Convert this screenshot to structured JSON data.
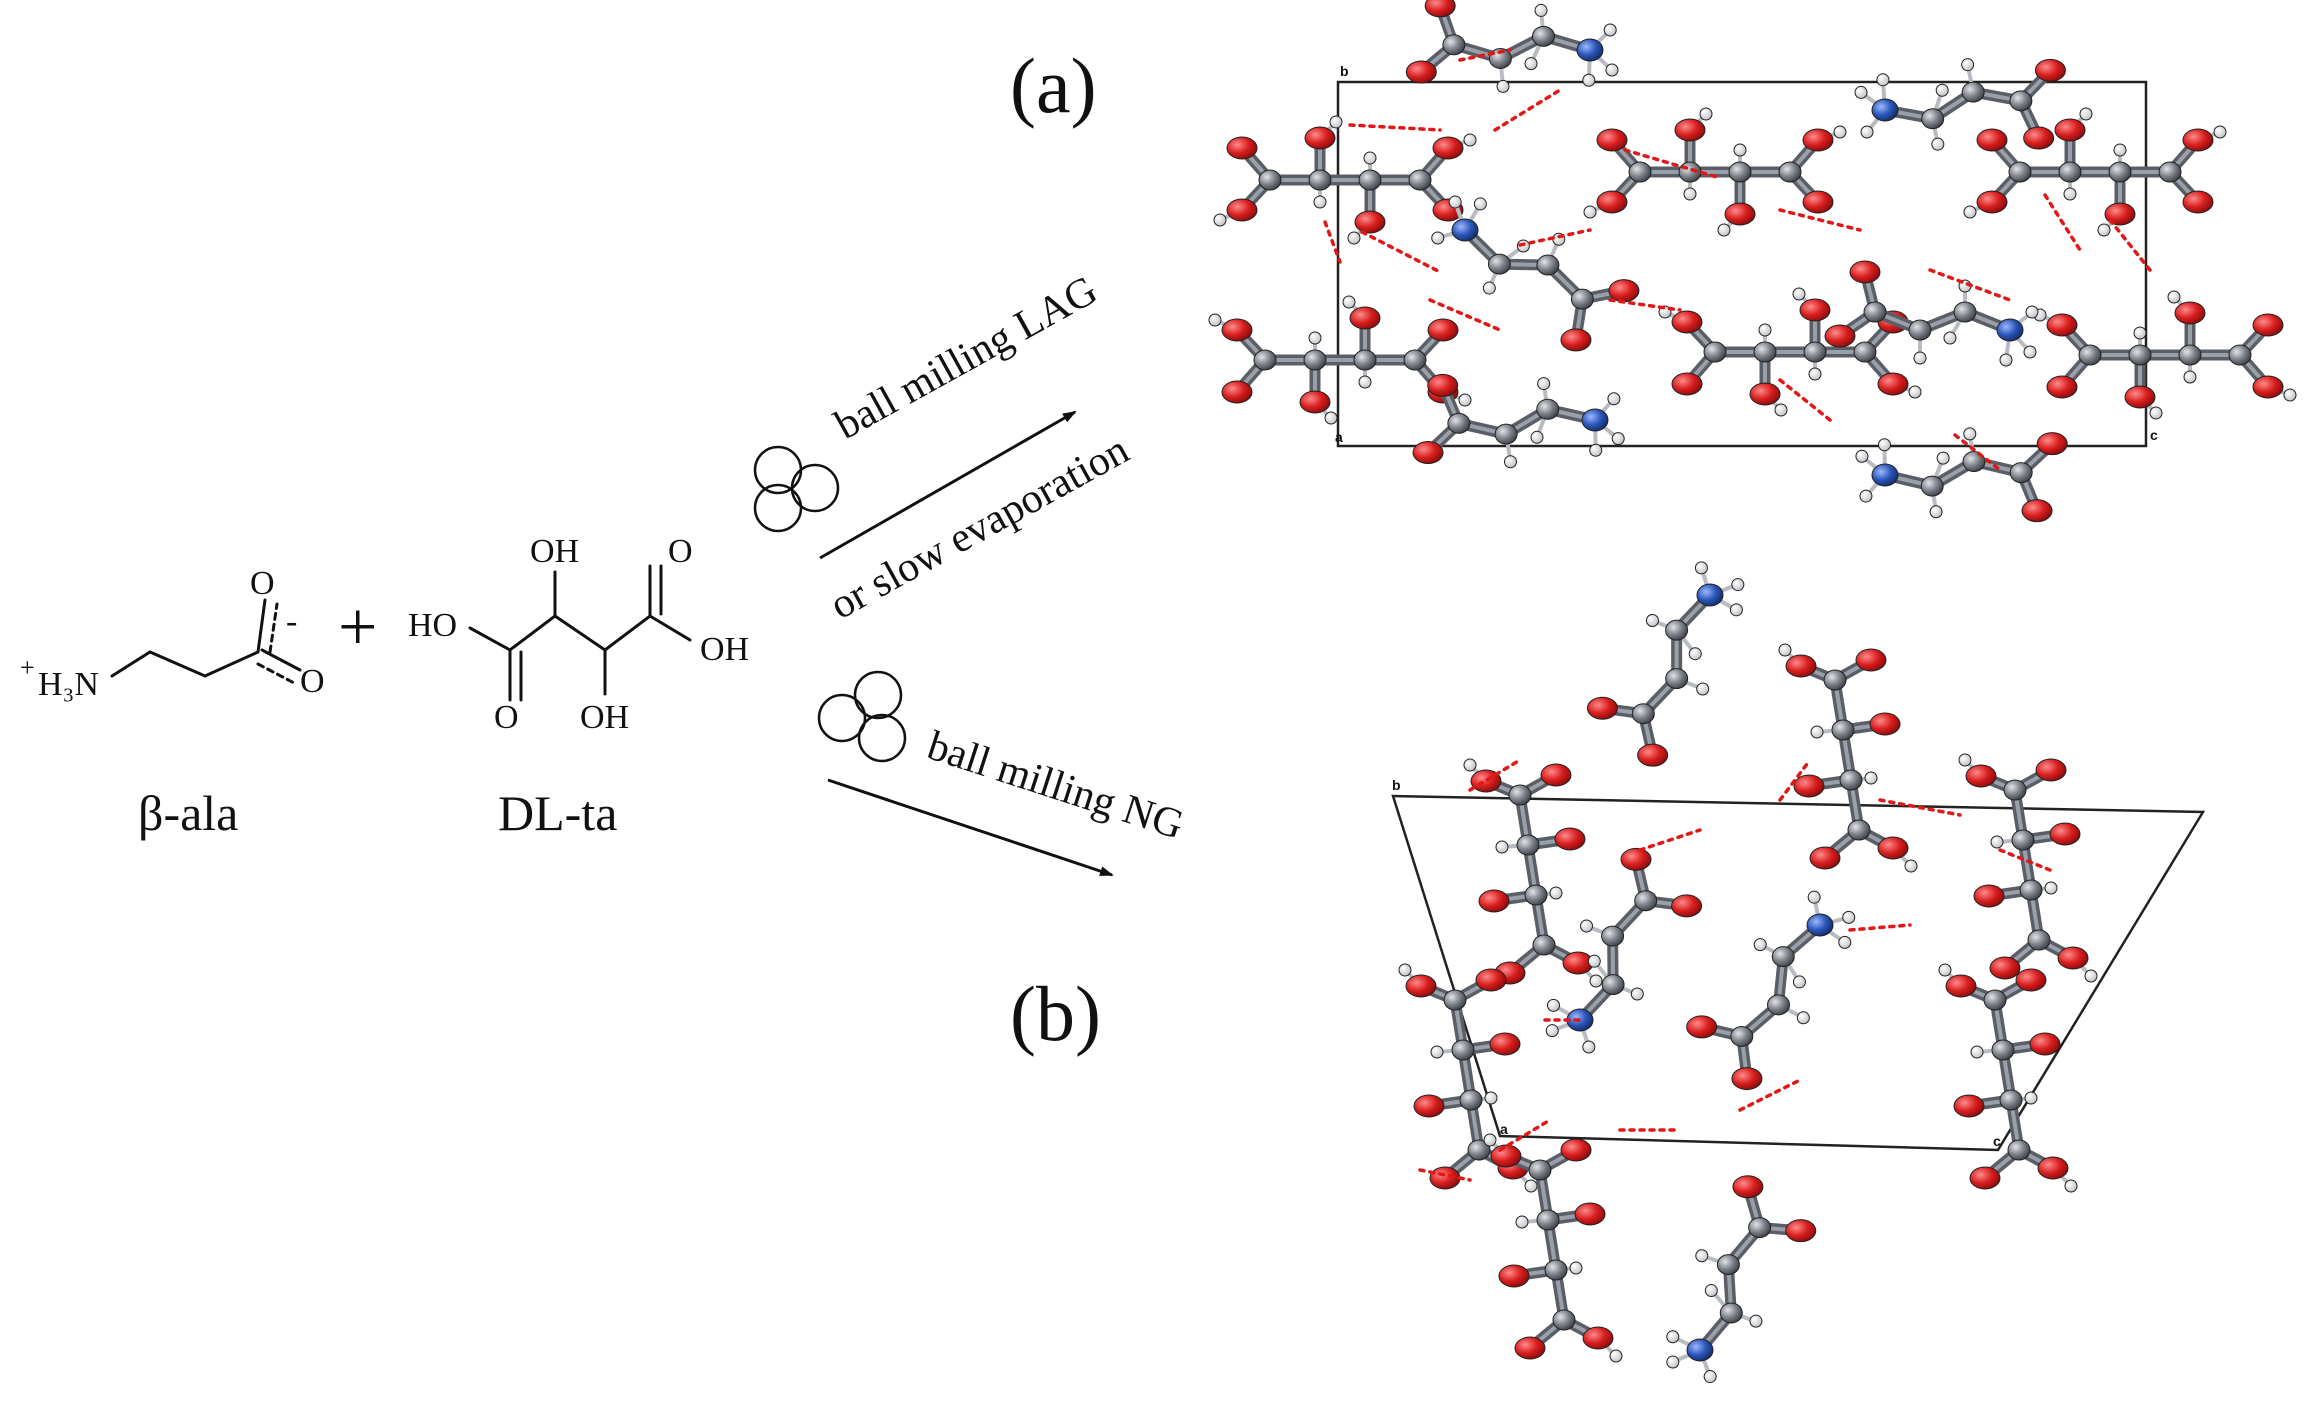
{
  "panels": {
    "a": "(a)",
    "b": "(b)"
  },
  "reactants": {
    "beta_ala_name": "β-ala",
    "dl_ta_name": "DL-ta",
    "plus": "+",
    "charge_plus": "+",
    "h3n": "H₃N",
    "minus": "-",
    "oh": "OH",
    "ho": "HO",
    "o": "O"
  },
  "routes": {
    "top_label_1": "ball milling LAG",
    "top_label_2": "or slow evaporation",
    "bottom_label": "ball milling NG"
  },
  "cell_axes": {
    "a_top": {
      "b": "b",
      "a": "a",
      "c": "c"
    },
    "b_bottom": {
      "b": "b",
      "a": "a",
      "c": "c"
    }
  },
  "atom_colors": {
    "oxygen": "#d81e1e",
    "nitrogen": "#2a56b8",
    "carbon": "#7c8088",
    "hydrogen": "#f2f2f2",
    "hbond": "#e01818"
  }
}
